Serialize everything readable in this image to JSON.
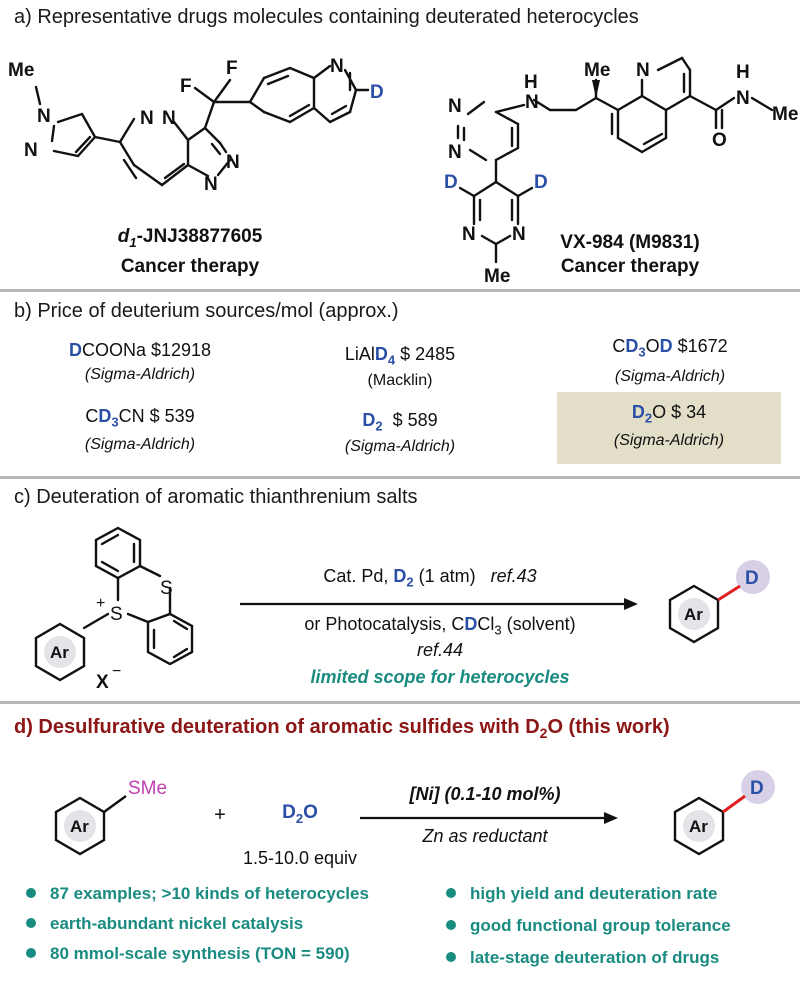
{
  "panel_a": {
    "title": "a) Representative drugs molecules containing deuterated heterocycles",
    "drug1": {
      "name_prefix": "d",
      "name_sub": "1",
      "name_rest": "-JNJ38877605",
      "use": "Cancer therapy",
      "atoms": {
        "me": "Me",
        "n": "N",
        "f": "F",
        "d": "D"
      }
    },
    "drug2": {
      "name": "VX-984 (M9831)",
      "use": "Cancer therapy",
      "atoms": {
        "me": "Me",
        "n": "N",
        "h": "H",
        "o": "O",
        "d": "D"
      }
    }
  },
  "panel_b": {
    "title": "b) Price of deuterium sources/mol (approx.)",
    "items": [
      {
        "pre": "",
        "d": "D",
        "post": "COONa $12918",
        "vendor": "(Sigma-Aldrich)"
      },
      {
        "pre": "LiAl",
        "d": "D",
        "sub": "4",
        "post": " $ 2485",
        "vendor": "(Macklin)"
      },
      {
        "pre": "C",
        "d": "D",
        "sub": "3",
        "mid": "O",
        "d2": "D",
        "post": " $1672",
        "vendor": "(Sigma-Aldrich)"
      },
      {
        "pre": "C",
        "d": "D",
        "sub": "3",
        "post": "CN $ 539",
        "vendor": "(Sigma-Aldrich)"
      },
      {
        "pre": "",
        "d": "D",
        "sub": "2",
        "post": "  $ 589",
        "vendor": "(Sigma-Aldrich)"
      },
      {
        "pre": "",
        "d": "D",
        "sub": "2",
        "post": "O $ 34",
        "vendor": "(Sigma-Aldrich)"
      }
    ],
    "highlight_color": "#e2dec8"
  },
  "panel_c": {
    "title": "c) Deuteration of aromatic thianthrenium salts",
    "cond1_pre": "Cat. Pd, ",
    "cond1_d": "D",
    "cond1_sub": "2",
    "cond1_post": " (1 atm)",
    "ref1": "ref.43",
    "cond2_pre": "or Photocatalysis, C",
    "cond2_d": "D",
    "cond2_post": "Cl",
    "cond2_sub": "3",
    "cond2_end": " (solvent)",
    "ref2": "ref.44",
    "note": "limited scope for heterocycles",
    "atoms": {
      "s": "S",
      "plus": "+",
      "x": "X",
      "minus": "−",
      "ar": "Ar",
      "d": "D"
    }
  },
  "panel_d": {
    "title_pre": "d) Desulfurative deuteration of aromatic sulfides with D",
    "title_sub": "2",
    "title_post": "O (this work)",
    "sme": "SMe",
    "ar": "Ar",
    "plus": "+",
    "reagent": "D",
    "reagent_sub": "2",
    "reagent_post": "O",
    "equiv": "1.5-10.0 equiv",
    "catalyst": "[Ni] (0.1-10 mol%)",
    "reductant": "Zn as reductant",
    "product_d": "D",
    "bullets_left": [
      "87 examples; >10 kinds of heterocycles",
      "earth-abundant nickel catalysis",
      "80 mmol-scale synthesis (TON = 590)"
    ],
    "bullets_right": [
      "high yield and deuteration rate",
      "good functional group tolerance",
      "late-stage deuteration of drugs"
    ]
  },
  "colors": {
    "blue": "#2a4fa6",
    "teal": "#1a8b80",
    "darkred": "#8c1515",
    "magenta": "#c040b0",
    "bond_red": "#e02020",
    "d_circle": "#d8d0e6"
  }
}
